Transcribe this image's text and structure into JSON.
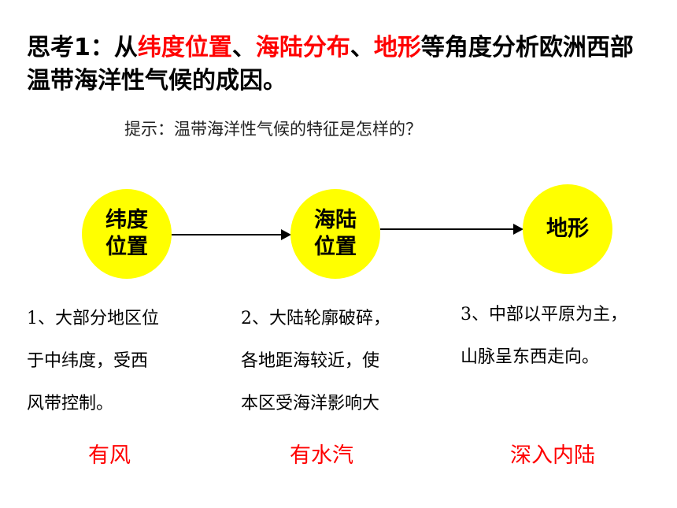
{
  "title": {
    "prefix": "思考1：从",
    "h1": "纬度位置",
    "sep1": "、",
    "h2": "海陆分布",
    "sep2": "、",
    "h3": "地形",
    "suffix": "等角度分析欧洲西部温带海洋性气候的成因。"
  },
  "hint": "提示：温带海洋性气候的特征是怎样的？",
  "factors": [
    {
      "line1": "纬度",
      "line2": "位置"
    },
    {
      "line1": "海陆",
      "line2": "位置"
    },
    {
      "line1": "地形",
      "line2": ""
    }
  ],
  "descriptions": [
    {
      "l1": "1、大部分地区位",
      "l2": "于中纬度，受西",
      "l3": "风带控制。"
    },
    {
      "l1": "2、大陆轮廓破碎，",
      "l2": "各地距海较近，使",
      "l3": "本区受海洋影响大"
    },
    {
      "l1": "3、中部以平原为主，",
      "l2": "山脉呈东西走向。",
      "l3": ""
    }
  ],
  "results": [
    "有风",
    "有水汽",
    "深入内陆"
  ],
  "colors": {
    "highlight": "#ff0000",
    "circle": "#ffff00"
  }
}
